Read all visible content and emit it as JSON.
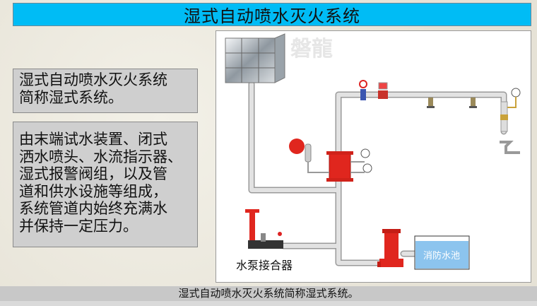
{
  "title": "湿式自动喷水灭火系统",
  "info_box_1": {
    "lines": [
      "湿式自动喷水灭火系统",
      "简称湿式系统。"
    ]
  },
  "info_box_2": {
    "lines": [
      "由末端试水装置、闭式",
      "洒水喷头、水流指示器、",
      "湿式报警阀组，以及管",
      "道和供水设施等组成，",
      "系统管道内始终充满水",
      "并保持一定压力。"
    ]
  },
  "diagram": {
    "watermark": "磐龍",
    "pump_connector_label": "水泵接合器",
    "pool_label": "消防水池"
  },
  "caption": "湿式自动喷水灭火系统简称湿式系统。",
  "colors": {
    "title_bg": "#00bcf5",
    "equipment_red": "#e0261e",
    "pipe": "#d8d8d8",
    "water": "#8cc4ee"
  }
}
